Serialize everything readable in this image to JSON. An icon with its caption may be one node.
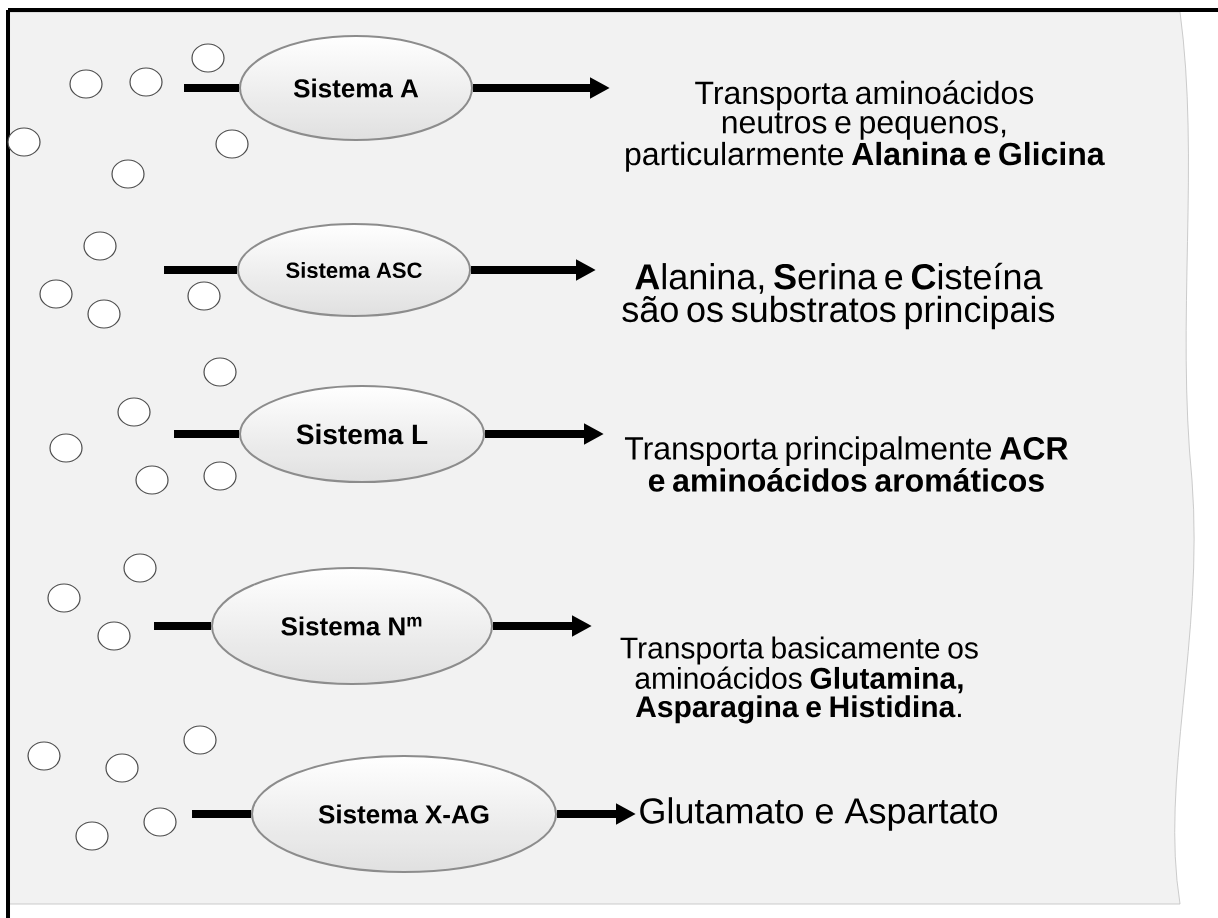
{
  "diagram": {
    "nodes": [
      {
        "text": [
          "Sistema A"
        ]
      },
      {
        "text": [
          "Transporta aminoácidos neutros e pequenos, particularmente **Alanina e Glicina**"
        ]
      },
      {
        "text": [
          "Sistema ASC"
        ]
      },
      {
        "text": [
          "**A**lanina, **S**erina e **C**isteína são os substratos principais"
        ]
      },
      {
        "text": [
          "Sistema L"
        ]
      },
      {
        "text": [
          "Transporta principalmente **ACR e aminoácidos aromáticos**"
        ]
      },
      {
        "text": [
          "Sistema N$^{m}$"
        ]
      },
      {
        "text": [
          "Transporta basicamente os aminoácidos **Glutamina, Asparagina e Histidina**."
        ]
      },
      {
        "text": [
          "Sistema X-AG"
        ]
      },
      {
        "text": [
          "Glutamato e Aspartato"
        ]
      }
    ],
    "edges": [
      {
        "from": null,
        "to": 0,
        "arrow": "none"
      },
      {
        "from": 0,
        "to": 1,
        "arrow": "to"
      },
      {
        "from": null,
        "to": 2,
        "arrow": "none"
      },
      {
        "from": 2,
        "to": 3,
        "arrow": "to"
      },
      {
        "from": null,
        "to": 4,
        "arrow": "none"
      },
      {
        "from": 4,
        "to": 5,
        "arrow": "to"
      },
      {
        "from": null,
        "to": 6,
        "arrow": "none"
      },
      {
        "from": 6,
        "to": 7,
        "arrow": "to"
      },
      {
        "from": null,
        "to": 8,
        "arrow": "none"
      },
      {
        "from": 8,
        "to": 9,
        "arrow": "to"
      }
    ]
  }
}
